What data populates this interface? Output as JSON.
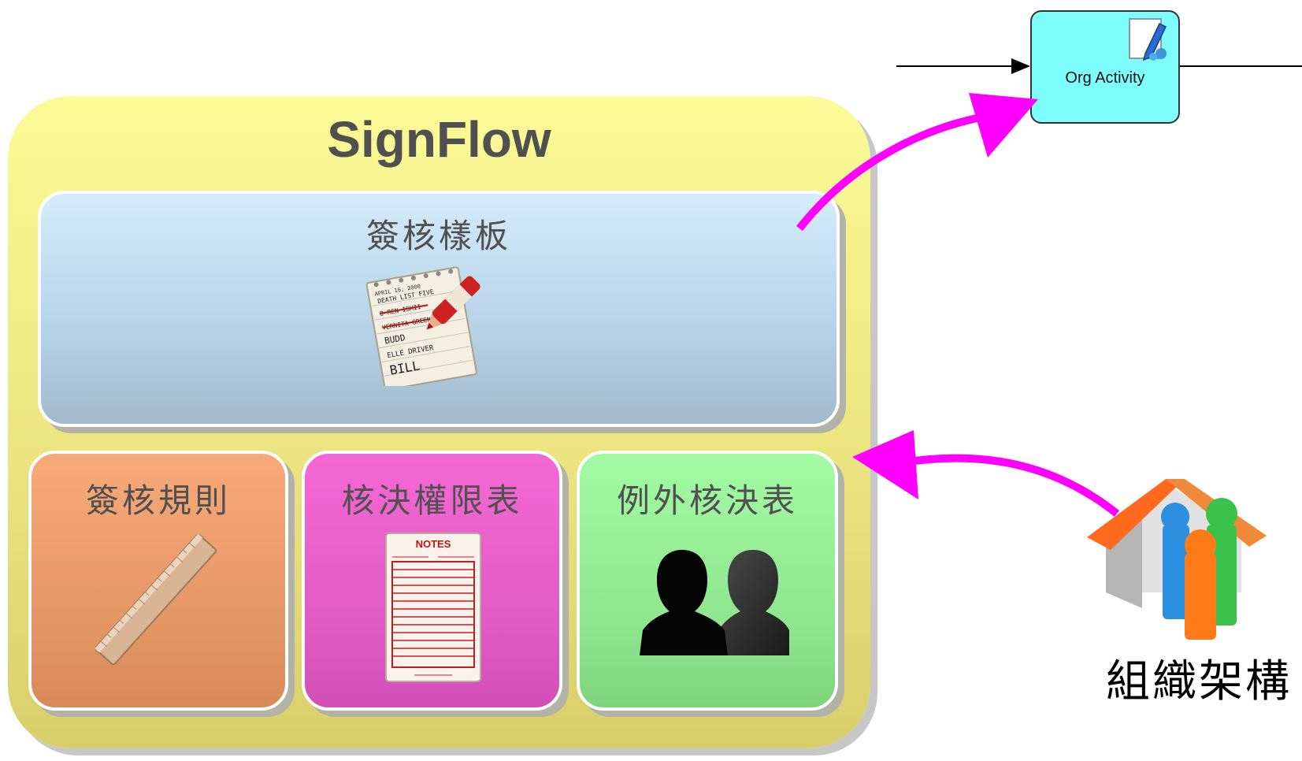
{
  "signflow": {
    "title": "SignFlow"
  },
  "panels": {
    "template": {
      "title": "簽核樣板"
    },
    "rules": {
      "title": "簽核規則"
    },
    "authority": {
      "title": "核決權限表"
    },
    "exception": {
      "title": "例外核決表"
    }
  },
  "checklist_icon": {
    "lines": [
      "APRIL 16, 2000",
      "DEATH LIST FIVE",
      "O-REN ISHII",
      "VERNITA GREEN",
      "BUDD",
      "ELLE DRIVER",
      "BILL"
    ]
  },
  "notes_icon": {
    "header": "NOTES"
  },
  "org_activity": {
    "label": "Org Activity"
  },
  "org_structure": {
    "label": "組織架構"
  },
  "colors": {
    "arrow": "#ff00ff",
    "outer_panel": "#f4f28c",
    "template_panel": "#c6e2f6",
    "rules_panel": "#f0a070",
    "authority_panel": "#e85fcc",
    "exception_panel": "#92ea91",
    "activity_box": "#7efdfd"
  }
}
